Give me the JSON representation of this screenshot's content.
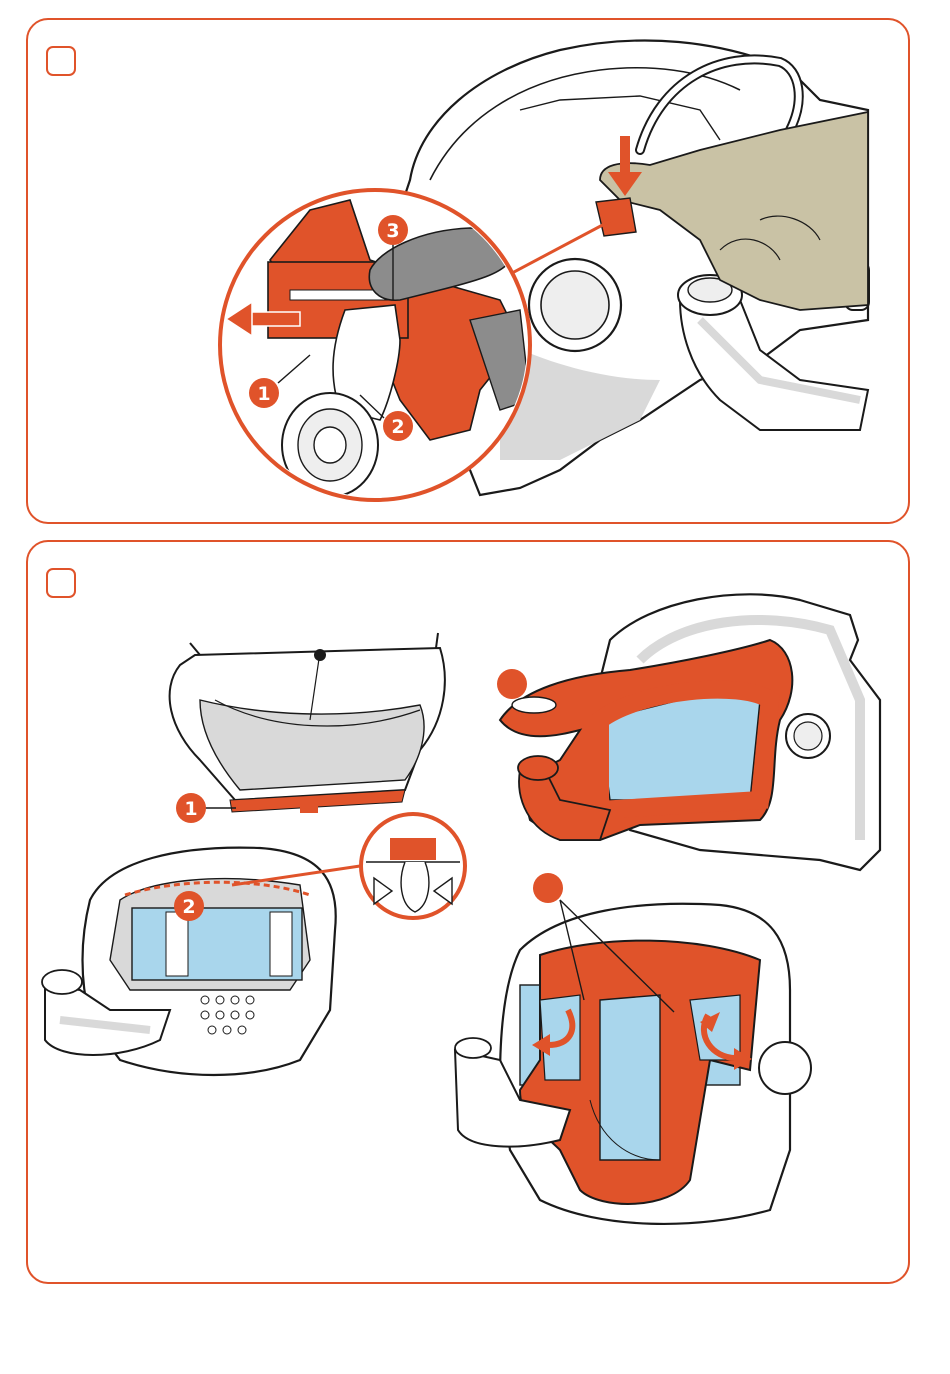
{
  "colors": {
    "accent": "#e0532a",
    "line": "#1a1a1a",
    "shade": "#d9d9d9",
    "lens_blue": "#a9d6ec",
    "glove": "#c9c2a5",
    "finger_grey": "#8c8c8c"
  },
  "panel_a": {
    "step_checkbox_label": "",
    "callouts": [
      {
        "label": "3"
      },
      {
        "label": "1"
      },
      {
        "label": "2"
      }
    ],
    "icons": [
      "down-arrow-icon",
      "left-arrow-icon",
      "magnifier-circle-icon"
    ]
  },
  "panel_b": {
    "step_checkbox_label": "",
    "callouts": [
      {
        "label": "1"
      },
      {
        "label": "2"
      }
    ],
    "blank_markers": 2,
    "icons": [
      "rotate-arrow-icon",
      "magnifier-circle-icon",
      "tab-slot-icon"
    ]
  }
}
